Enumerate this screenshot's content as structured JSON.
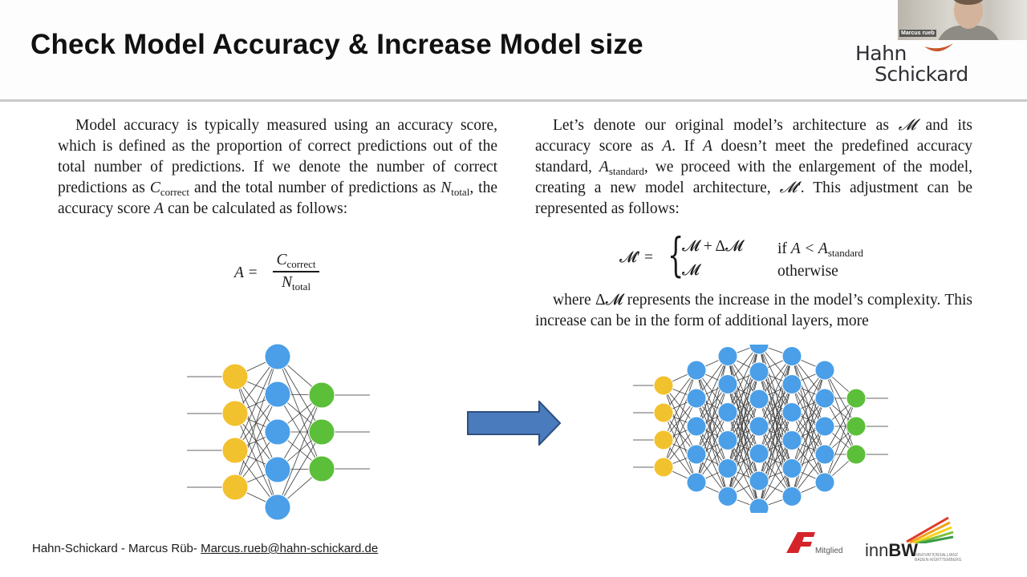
{
  "title": "Check Model Accuracy & Increase Model size",
  "logo": {
    "line1": "Hahn",
    "line2": "Schickard"
  },
  "webcam": {
    "name": "Marcus rueb"
  },
  "left_column": {
    "paragraph": {
      "t1": "Model accuracy is typically measured using an accuracy score, which is defined as the proportion of correct predictions out of the total number of predictions. If we denote the number of correct predictions as ",
      "m1": "C",
      "s1": "correct",
      "t2": " and the total number of predictions as ",
      "m2": "N",
      "s2": "total",
      "t3": ", the accuracy score ",
      "m3": "A",
      "t4": " can be calculated as follows:"
    },
    "equation": {
      "lhs": "A =",
      "num_var": "C",
      "num_sub": "correct",
      "den_var": "N",
      "den_sub": "total"
    }
  },
  "right_column": {
    "paragraph": {
      "t1": "Let’s denote our original model’s architecture as ",
      "m1": "𝓜",
      "t2": " and its accuracy score as ",
      "m2": "A",
      "t3": ". If ",
      "m3": "A",
      "t4": " doesn’t meet the predefined accuracy standard, ",
      "m4": "A",
      "s4": "standard",
      "t5": ", we proceed with the enlargement of the model, creating a new model architecture, ",
      "m5": "𝓜′",
      "t6": ". This adjustment can be represented as follows:"
    },
    "equation": {
      "lhs": "𝓜′ =",
      "brace": "{",
      "case1": "𝓜 + Δ𝓜",
      "cond1_pre": "if ",
      "cond1_math": "A < A",
      "cond1_sub": "standard",
      "case2": "𝓜",
      "cond2": "otherwise"
    },
    "continuation": {
      "t1": "where ",
      "m1": "Δ𝓜",
      "t2": " represents the increase in the model’s complexity. This increase can be in the form of additional layers, more"
    }
  },
  "diagram": {
    "colors": {
      "input": "#f2c12e",
      "hidden": "#4a9fe8",
      "output": "#5cbf3a",
      "arrow": "#4a7bbd",
      "arrow_border": "#2e4f80"
    },
    "small_net_layers": [
      4,
      5,
      3
    ],
    "large_net_layers": [
      4,
      5,
      6,
      7,
      6,
      5,
      3
    ]
  },
  "footer": {
    "text": "Hahn-Schickard - Marcus Rüb- ",
    "email": "Marcus.rueb@hahn-schickard.de"
  },
  "partner_logos": {
    "af_mark": "AiF",
    "af_label": "Mitglied",
    "innbw_prefix": "inn",
    "innbw_bold": "BW",
    "innbw_sub": "INNOVATIONSALLIANZ BADEN-WÜRTTEMBERG"
  }
}
